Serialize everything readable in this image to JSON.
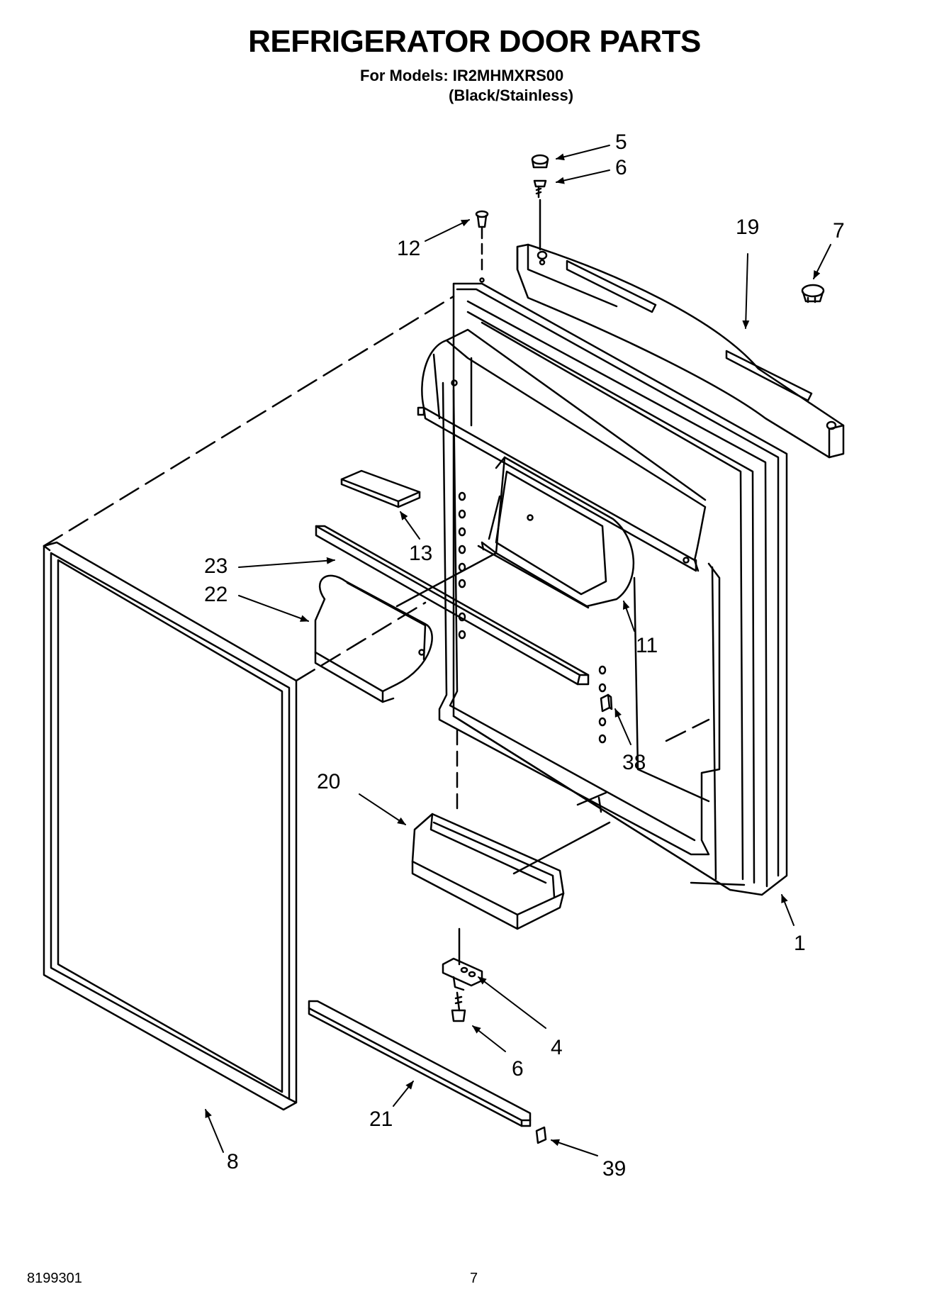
{
  "header": {
    "title": "REFRIGERATOR DOOR PARTS",
    "models_line": "For Models: IR2MHMXRS00",
    "variant_line": "(Black/Stainless)"
  },
  "callouts": {
    "c5": "5",
    "c6_top": "6",
    "c12": "12",
    "c19": "19",
    "c7": "7",
    "c13": "13",
    "c23": "23",
    "c22": "22",
    "c11": "11",
    "c38": "38",
    "c20": "20",
    "c1": "1",
    "c4": "4",
    "c6_bottom": "6",
    "c21": "21",
    "c8": "8",
    "c39": "39"
  },
  "footer": {
    "doc_number": "8199301",
    "page_number": "7"
  }
}
